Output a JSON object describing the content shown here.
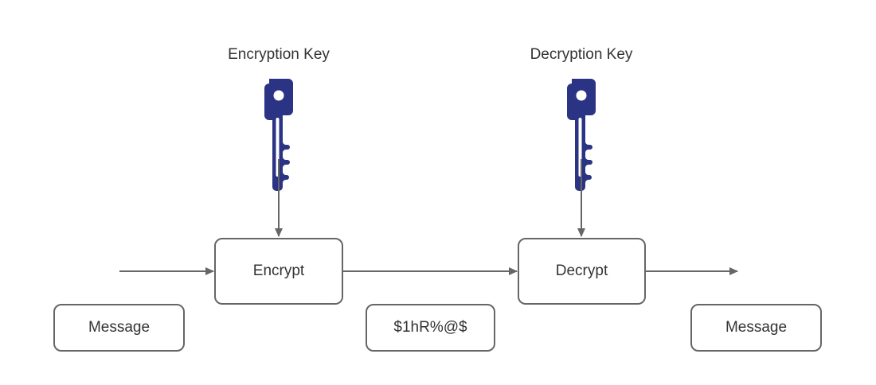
{
  "diagram": {
    "title": "Symmetric / asymmetric encryption flow",
    "background_color": "#ffffff",
    "stroke_color": "#666666",
    "text_color": "#333333",
    "key_color": "#2b3484"
  },
  "captions": [
    {
      "id": "encryption-key",
      "label": "Encryption Key",
      "icon": "key-icon"
    },
    {
      "id": "decryption-key",
      "label": "Decryption Key",
      "icon": "key-icon"
    }
  ],
  "process_nodes": [
    {
      "id": "encrypt",
      "label": "Encrypt"
    },
    {
      "id": "decrypt",
      "label": "Decrypt"
    }
  ],
  "data_nodes": [
    {
      "id": "plaintext-in",
      "label": "Message"
    },
    {
      "id": "ciphertext",
      "label": "$1hR%@$"
    },
    {
      "id": "plaintext-out",
      "label": "Message"
    }
  ],
  "connectors": [
    {
      "id": "input-to-encrypt",
      "from": "plaintext-in",
      "to": "encrypt",
      "direction": "right"
    },
    {
      "id": "encrypt-to-decrypt",
      "from": "encrypt",
      "to": "decrypt",
      "direction": "right"
    },
    {
      "id": "decrypt-to-output",
      "from": "decrypt",
      "to": "plaintext-out",
      "direction": "right"
    },
    {
      "id": "enckey-to-encrypt",
      "from": "encryption-key",
      "to": "encrypt",
      "direction": "down"
    },
    {
      "id": "deckey-to-decrypt",
      "from": "decryption-key",
      "to": "decrypt",
      "direction": "down"
    }
  ]
}
